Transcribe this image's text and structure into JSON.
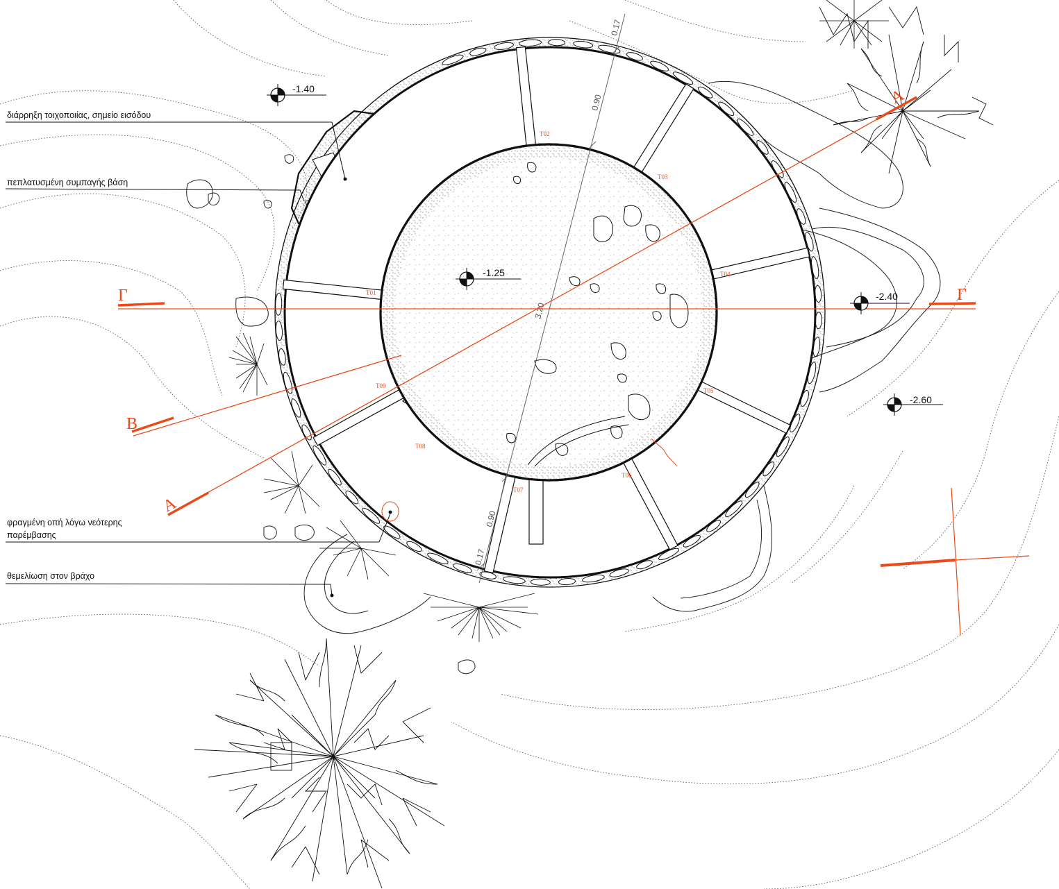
{
  "annotations": [
    "διάρρηξη τοιχοποιίας, σημείο εισόδου",
    "πεπλατυσμένη συμπαγής βάση",
    "φραγμένη οπή λόγω νεότερης",
    "παρέμβασης",
    "θεμελίωση στον βράχο"
  ],
  "levels": [
    "-1.40",
    "-1.25",
    "-2.40",
    "-2.60"
  ],
  "section_marks": {
    "a": "A",
    "b": "B",
    "g": "Γ"
  },
  "segments": [
    "T01",
    "T02",
    "T03",
    "T04",
    "T05",
    "T06",
    "T07",
    "T08",
    "T09"
  ],
  "dimensions": {
    "top_small": "0.17",
    "top_ring": "0.90",
    "center": "3.20",
    "bottom_ring": "0.90",
    "bottom_small": "0.17"
  },
  "colors": {
    "accent": "#e84a1a",
    "ink": "#111111",
    "contour": "#555555"
  }
}
